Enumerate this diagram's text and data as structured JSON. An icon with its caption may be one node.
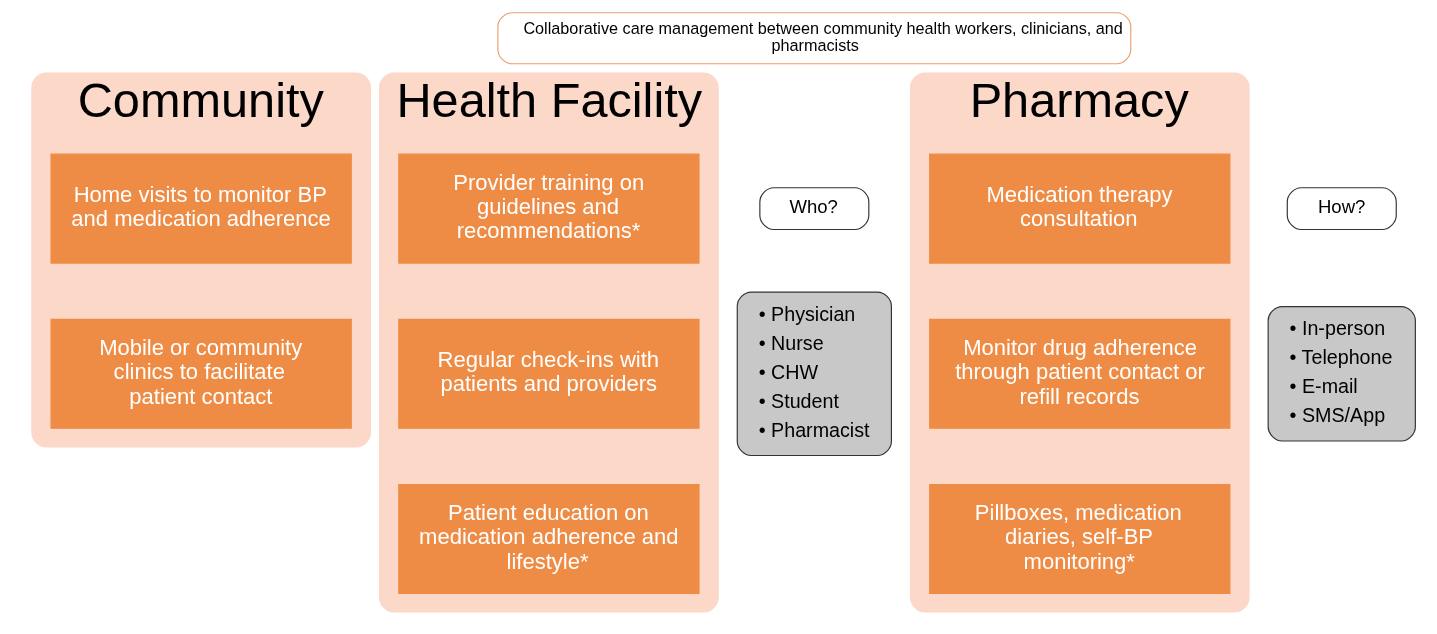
{
  "diagram": {
    "nodes": [
      {
        "text": [
          "Collaborative care management between community health workers, clinicians, and pharmacists"
        ]
      },
      {
        "text": [
          "Community"
        ]
      },
      {
        "text": [
          "Home visits to monitor BP and medication adherence"
        ],
        "in": 1
      },
      {
        "text": [
          "Mobile or community clinics to facilitate patient contact"
        ],
        "in": 1
      },
      {
        "text": [
          "Health Facility"
        ]
      },
      {
        "text": [
          "Provider training on guidelines and recommendations*"
        ],
        "in": 4
      },
      {
        "text": [
          "Regular check-ins with patients and providers"
        ],
        "in": 4
      },
      {
        "text": [
          "Patient education on medication adherence and lifestyle*"
        ],
        "in": 4
      },
      {
        "text": [
          "Pharmacy"
        ]
      },
      {
        "text": [
          "Medication therapy consultation"
        ],
        "in": 8
      },
      {
        "text": [
          "Monitor drug adherence through patient contact or refill records"
        ],
        "in": 8
      },
      {
        "text": [
          "Pillboxes, medication diaries, self-BP monitoring*"
        ],
        "in": 8
      },
      {
        "text": [
          "Who?"
        ]
      },
      {
        "text": [
          "• Physician",
          "• Nurse",
          "• CHW",
          "• Student",
          "• Pharmacist"
        ]
      },
      {
        "text": [
          "How?"
        ]
      },
      {
        "text": [
          "• In-person",
          "• Telephone",
          "• E-mail",
          "• SMS/App"
        ]
      }
    ],
    "edges": []
  }
}
